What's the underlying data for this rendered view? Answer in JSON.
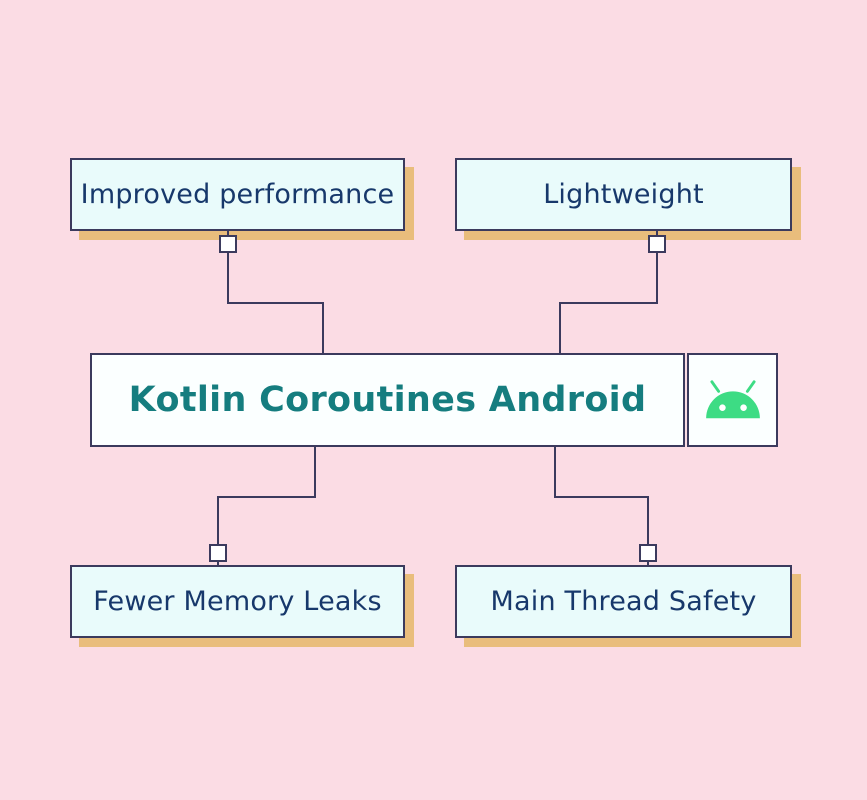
{
  "diagram": {
    "title": "Kotlin Coroutines Android",
    "nodes": [
      {
        "id": "improved-performance",
        "label": "Improved performance"
      },
      {
        "id": "lightweight",
        "label": "Lightweight"
      },
      {
        "id": "fewer-memory-leaks",
        "label": "Fewer Memory Leaks"
      },
      {
        "id": "main-thread-safety",
        "label": "Main Thread Safety"
      }
    ],
    "icons": {
      "android": "android-robot-icon"
    },
    "colors": {
      "background": "#fbdce4",
      "node_fill": "#e9fbfb",
      "node_border": "#3b3a5d",
      "node_text": "#17386b",
      "node_shadow": "#e9bd7c",
      "center_fill": "#fbffff",
      "center_text": "#157d7f",
      "connector": "#3b3a5d",
      "android_green": "#3ddc84"
    }
  }
}
